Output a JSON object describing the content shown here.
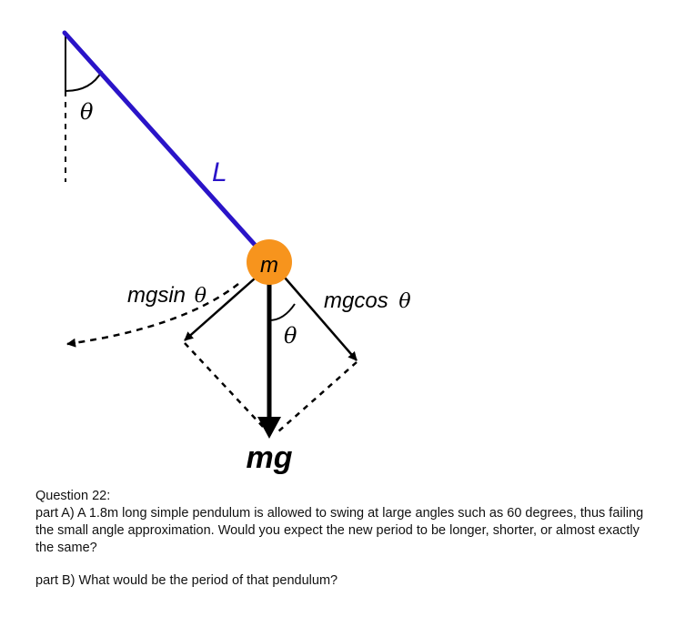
{
  "colors": {
    "rod": "#2a14c8",
    "bob": "#f7941d",
    "lines": "#000000"
  },
  "diagram": {
    "theta_top": "θ",
    "length_label": "L",
    "mass_label": "m",
    "mg_sin_text": "mgsin",
    "mg_sin_theta": "θ",
    "mg_cos_text": "mgcos",
    "mg_cos_theta": "θ",
    "theta_bottom": "θ",
    "weight_label": "mg"
  },
  "question": {
    "title": "Question 22:",
    "part_a": "part A) A 1.8m long simple pendulum is allowed to swing at large angles such as 60 degrees, thus failing the small angle approximation.  Would you expect the new period to be longer, shorter, or almost exactly the same?",
    "part_b": "part B) What would be the period of that pendulum?"
  }
}
